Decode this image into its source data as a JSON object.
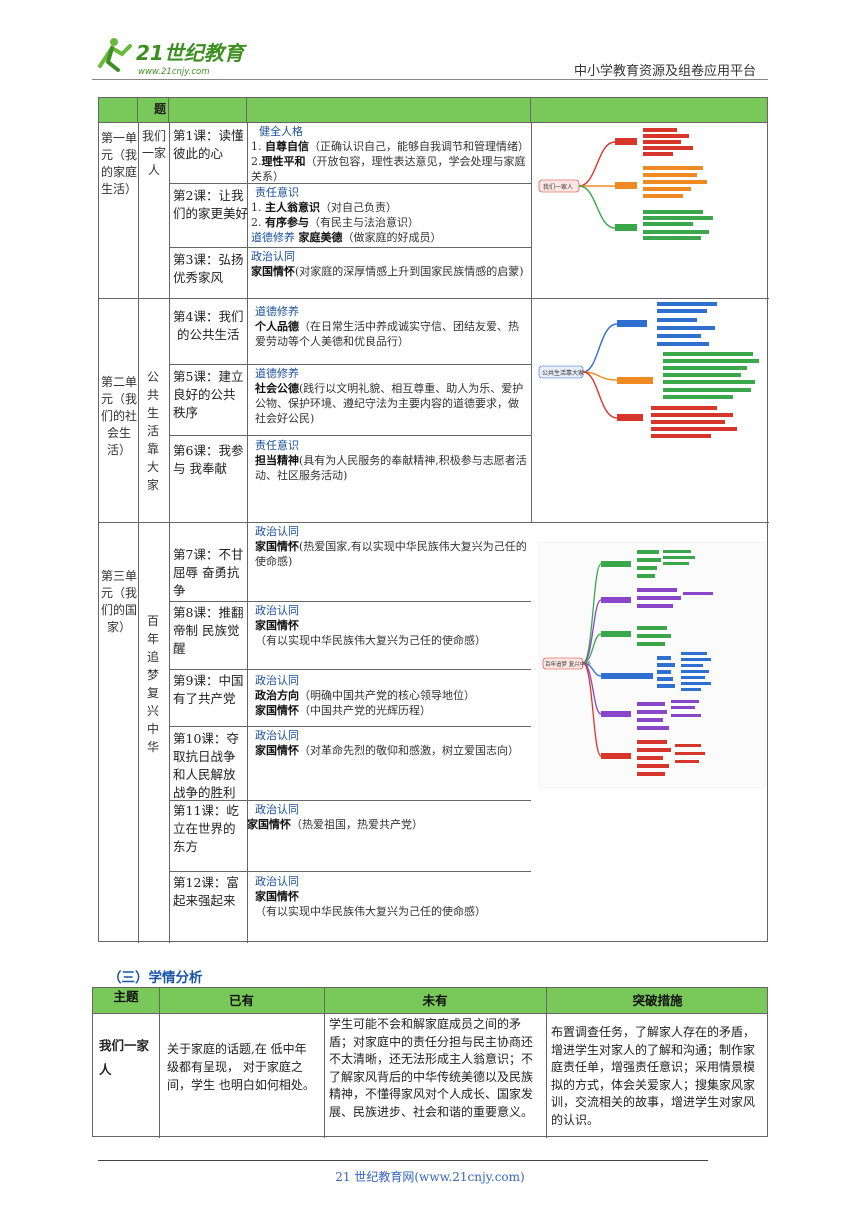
{
  "header": {
    "logo_text": "21世纪教育",
    "logo_url": "www.21cnjy.com",
    "platform": "中小学教育资源及组卷应用平台"
  },
  "table": {
    "header_theme": "题",
    "units": [
      {
        "unit": "第一单元（我的家庭生活）",
        "theme": "我们一家人",
        "lessons": [
          {
            "title": "第1课：读懂彼此的心",
            "literacy": [
              {
                "cat": "健全人格"
              },
              {
                "num": "1.",
                "key": "自尊自信",
                "desc": "（正确认识自己，能够自我调节和管理情绪）"
              },
              {
                "num": "2.",
                "key": "理性平和",
                "desc": "（开放包容，理性表达意见，学会处理与家庭关系）"
              }
            ]
          },
          {
            "title": "第2课：让我们的家更美好",
            "literacy": [
              {
                "cat": "责任意识"
              },
              {
                "num": "1.",
                "key": "主人翁意识",
                "desc": "（对自己负责）"
              },
              {
                "num": "2.",
                "key": "有序参与",
                "desc": "（有民主与法治意识）"
              },
              {
                "cat2": "道德修养",
                "key": "家庭美德",
                "desc": "（做家庭的好成员）"
              }
            ]
          },
          {
            "title": "第3课：弘扬优秀家风",
            "literacy": [
              {
                "cat": "政治认同"
              },
              {
                "key": "家国情怀",
                "desc": "(对家庭的深厚情感上升到国家民族情感的启蒙)"
              }
            ]
          }
        ]
      },
      {
        "unit": "第二单元（我们的社会生活）",
        "theme": "公共生活靠大家",
        "lessons": [
          {
            "title": "第4课：我们的公共生活",
            "literacy": [
              {
                "cat": "道德修养"
              },
              {
                "key": "个人品德",
                "desc": "（在日常生活中养成诚实守信、团结友爱、热爱劳动等个人美德和优良品行）"
              }
            ]
          },
          {
            "title": "第5课：建立良好的公共秩序",
            "literacy": [
              {
                "cat": "道德修养"
              },
              {
                "key": "社会公德",
                "desc": "(践行以文明礼貌、相互尊重、助人为乐、爱护公物、保护环境、遵纪守法为主要内容的道德要求，做社会好公民)"
              }
            ]
          },
          {
            "title": "第6课：我参与 我奉献",
            "literacy": [
              {
                "cat": "责任意识"
              },
              {
                "key": "担当精神",
                "desc": "(具有为人民服务的奉献精神,积极参与志愿者活动、社区服务活动)"
              }
            ]
          }
        ]
      },
      {
        "unit": "第三单元（我们的国家）",
        "theme": "百年追梦复兴中华",
        "lessons": [
          {
            "title": "第7课：不甘屈辱 奋勇抗争",
            "literacy": [
              {
                "cat": "政治认同"
              },
              {
                "key": "家国情怀",
                "desc": "(热爱国家,有以实现中华民族伟大复兴为己任的使命感)"
              }
            ]
          },
          {
            "title": "第8课：推翻帝制 民族觉醒",
            "literacy": [
              {
                "cat": "政治认同"
              },
              {
                "key": "家国情怀",
                "desc": "（有以实现中华民族伟大复兴为己任的使命感）"
              }
            ]
          },
          {
            "title": "第9课：中国有了共产党",
            "literacy": [
              {
                "cat": "政治认同"
              },
              {
                "key": "政治方向",
                "desc": "（明确中国共产党的核心领导地位）"
              },
              {
                "key": "家国情怀",
                "desc": "（中国共产党的光辉历程）"
              }
            ]
          },
          {
            "title": "第10课：夺取抗日战争和人民解放战争的胜利",
            "literacy": [
              {
                "cat": "政治认同"
              },
              {
                "key": "家国情怀",
                "desc": "（对革命先烈的敬仰和感激，树立爱国志向）"
              }
            ]
          },
          {
            "title": "第11课：屹立在世界的东方",
            "literacy": [
              {
                "cat": "政治认同"
              },
              {
                "key": "家国情怀",
                "desc": "（热爱祖国，热爱共产党）"
              }
            ]
          },
          {
            "title": "第12课：富起来强起来",
            "literacy": [
              {
                "cat": "政治认同"
              },
              {
                "key": "家国情怀",
                "desc": "（有以实现中华民族伟大复兴为己任的使命感）"
              }
            ]
          }
        ]
      }
    ],
    "map_labels": {
      "m1": "我们一家人",
      "m2": "公共生活靠大家",
      "m3": "百年追梦 复兴中华"
    }
  },
  "analysis": {
    "heading": "（三）学情分析",
    "headers": [
      "主题",
      "已有",
      "未有",
      "突破措施"
    ],
    "row": {
      "theme": "我们一家人",
      "have": "关于家庭的话题,在 低中年级都有呈现， 对于家庭之间，学生 也明白如何相处。",
      "lack": "学生可能不会和解家庭成员之间的矛盾；对家庭中的责任分担与民主协商还不太清晰，还无法形成主人翁意识；不了解家风背后的中华传统美德以及民族精神，不懂得家风对个人成长、国家发展、民族进步、社会和谐的重要意义。",
      "measure": "布置调查任务，了解家人存在的矛盾，增进学生对家人的了解和沟通；制作家庭责任单，增强责任意识；采用情景模拟的方式，体会关爱家人；搜集家风家训，交流相关的故事，增进学生对家风的认识。"
    }
  },
  "footer": "21 世纪教育网(www.21cnjy.com)",
  "colors": {
    "header_green": "#79c85a",
    "link_blue": "#1a4f9a",
    "mind_red": "#d9362b",
    "mind_orange": "#ef8a22",
    "mind_green": "#3aa84a",
    "mind_blue": "#2f6fd0",
    "mind_purple": "#8a46c8"
  }
}
